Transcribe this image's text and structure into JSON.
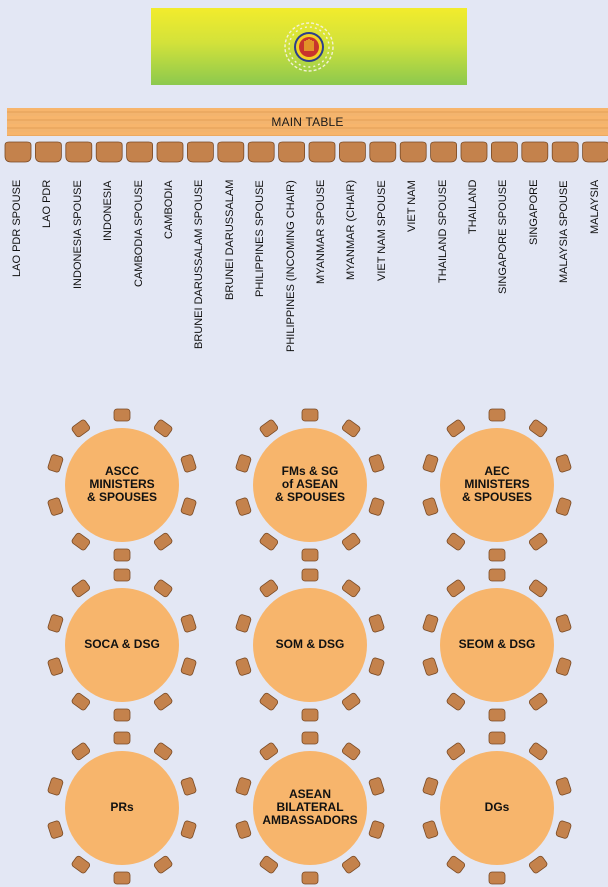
{
  "emblem": {
    "icon": "asean-emblem-icon",
    "ring_color": "#c8342c",
    "inner_color": "#f3d125"
  },
  "main_table": {
    "label": "MAIN TABLE"
  },
  "head_seats": [
    "LAO PDR SPOUSE",
    "LAO PDR",
    "INDONESIA SPOUSE",
    "INDONESIA",
    "CAMBODIA SPOUSE",
    "CAMBODIA",
    "BRUNEI DARUSSALAM SPOUSE",
    "BRUNEI DARUSSALAM",
    "PHILIPPINES SPOUSE",
    "PHILIPPINES (INCOMING CHAIR)",
    "MYANMAR SPOUSE",
    "MYANMAR (CHAIR)",
    "VIET NAM SPOUSE",
    "VIET NAM",
    "THAILAND SPOUSE",
    "THAILAND",
    "SINGAPORE SPOUSE",
    "SINGAPORE",
    "MALAYSIA SPOUSE",
    "MALAYSIA"
  ],
  "round_tables": [
    {
      "name": "ascc",
      "lines": [
        "ASCC",
        "MINISTERS",
        "& SPOUSES"
      ]
    },
    {
      "name": "fms-sg",
      "lines": [
        "FMs & SG",
        "of ASEAN",
        "& SPOUSES"
      ]
    },
    {
      "name": "aec",
      "lines": [
        "AEC",
        "MINISTERS",
        "& SPOUSES"
      ]
    },
    {
      "name": "soca-dsg",
      "lines": [
        "SOCA & DSG"
      ]
    },
    {
      "name": "som-dsg",
      "lines": [
        "SOM & DSG"
      ]
    },
    {
      "name": "seom-dsg",
      "lines": [
        "SEOM & DSG"
      ]
    },
    {
      "name": "prs",
      "lines": [
        "PRs"
      ]
    },
    {
      "name": "asean-bilateral-ambassadors",
      "lines": [
        "ASEAN",
        "BILATERAL",
        "AMBASSADORS"
      ]
    },
    {
      "name": "dgs",
      "lines": [
        "DGs"
      ]
    }
  ],
  "colors": {
    "table_fill": "#f7b56c",
    "chair_fill": "#c4824c",
    "chair_stroke": "#7a4a24",
    "background": "#e3e7f4"
  }
}
